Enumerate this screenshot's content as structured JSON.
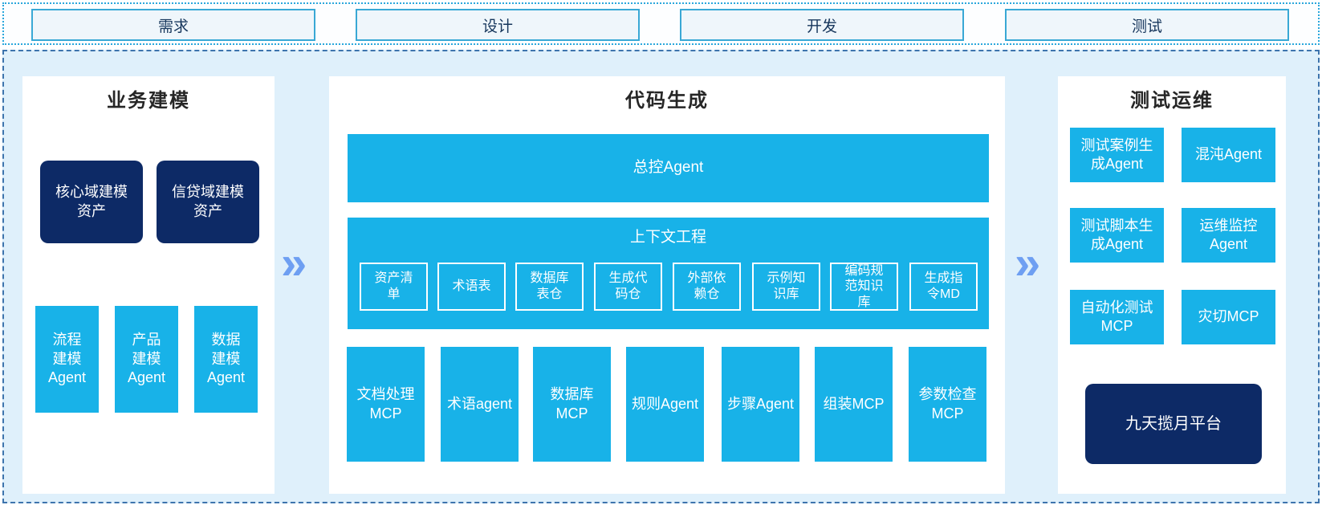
{
  "colors": {
    "cyan": "#18b2e8",
    "navy": "#0d2a66",
    "container_bg": "#dff0fb",
    "dashed_border": "#3d74ad",
    "dotted_border": "#2aa7dc",
    "arrow": "#6e9ff2"
  },
  "icons": {
    "flow_arrow": "»"
  },
  "phase_strip": {
    "phases": [
      {
        "label": "需求"
      },
      {
        "label": "设计"
      },
      {
        "label": "开发"
      },
      {
        "label": "测试"
      }
    ]
  },
  "business": {
    "title": "业务建模",
    "assets": [
      {
        "label": "核心域建模\n资产"
      },
      {
        "label": "信贷域建模\n资产"
      }
    ],
    "agents": [
      {
        "label": "流程\n建模\nAgent"
      },
      {
        "label": "产品\n建模\nAgent"
      },
      {
        "label": "数据\n建模\nAgent"
      }
    ]
  },
  "codegen": {
    "title": "代码生成",
    "master_agent": "总控Agent",
    "context": {
      "title": "上下文工程",
      "items": [
        {
          "label": "资产清\n单"
        },
        {
          "label": "术语表"
        },
        {
          "label": "数据库\n表仓"
        },
        {
          "label": "生成代\n码仓"
        },
        {
          "label": "外部依\n赖仓"
        },
        {
          "label": "示例知\n识库"
        },
        {
          "label": "编码规\n范知识\n库"
        },
        {
          "label": "生成指\n令MD"
        }
      ]
    },
    "workers": [
      {
        "label": "文档处理\nMCP"
      },
      {
        "label": "术语agent"
      },
      {
        "label": "数据库\nMCP"
      },
      {
        "label": "规则Agent"
      },
      {
        "label": "步骤Agent"
      },
      {
        "label": "组装MCP"
      },
      {
        "label": "参数检查\nMCP"
      }
    ]
  },
  "testops": {
    "title": "测试运维",
    "boxes": [
      {
        "label": "测试案例生\n成Agent"
      },
      {
        "label": "混沌Agent"
      },
      {
        "label": "测试脚本生\n成Agent"
      },
      {
        "label": "运维监控\nAgent"
      },
      {
        "label": "自动化测试\nMCP"
      },
      {
        "label": "灾切MCP"
      }
    ],
    "platform": "九天揽月平台"
  }
}
